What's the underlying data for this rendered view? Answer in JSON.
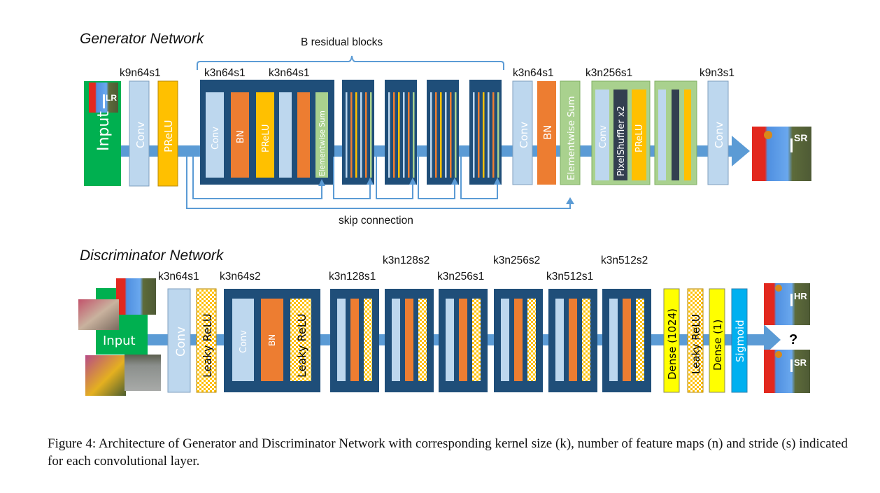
{
  "colors": {
    "input_green": "#00b050",
    "conv_light_blue": "#bdd7ee",
    "prelu_gold": "#ffc000",
    "bn_orange": "#ed7d31",
    "block_navy": "#1f4e79",
    "sum_green": "#a9d18e",
    "shuffler_dark": "#333f50",
    "arrow_blue": "#5b9bd5",
    "dense_yellow": "#ffff00",
    "sigmoid_blue": "#00b0f0",
    "leaky_checker": "#ffc000"
  },
  "generator": {
    "title": "Generator Network",
    "brace_label": "B residual blocks",
    "skip_label": "skip connection",
    "params": {
      "first_conv": "k9n64s1",
      "res_conv1": "k3n64s1",
      "res_conv2": "k3n64s1",
      "post_conv": "k3n64s1",
      "upsample": "k3n256s1",
      "final_conv": "k9n3s1"
    },
    "input_label": "Input",
    "input_image_label": "I",
    "input_image_sup": "LR",
    "layers": {
      "conv": "Conv",
      "prelu": "PReLU",
      "bn": "BN",
      "sum": "Elementwise Sum",
      "shuffler": "PixelShuffler x2"
    },
    "output_image_label": "I",
    "output_image_sup": "SR"
  },
  "discriminator": {
    "title": "Discriminator Network",
    "input_label": "Input",
    "params": {
      "first_conv": "k3n64s1",
      "block1": "k3n64s2",
      "block2": "k3n128s1",
      "block3": "k3n128s2",
      "block4": "k3n256s1",
      "block5": "k3n256s2",
      "block6": "k3n512s1",
      "block7": "k3n512s2"
    },
    "layers": {
      "conv": "Conv",
      "leaky": "Leaky ReLU",
      "bn": "BN",
      "dense1": "Dense (1024)",
      "dense2": "Dense (1)",
      "sigmoid": "Sigmoid"
    },
    "hr_label": "I",
    "hr_sup": "HR",
    "sr_label": "I",
    "sr_sup": "SR",
    "question": "?"
  },
  "caption": "Figure 4: Architecture of Generator and Discriminator Network with corresponding kernel size (k), number of feature maps (n) and stride (s) indicated for each convolutional layer."
}
